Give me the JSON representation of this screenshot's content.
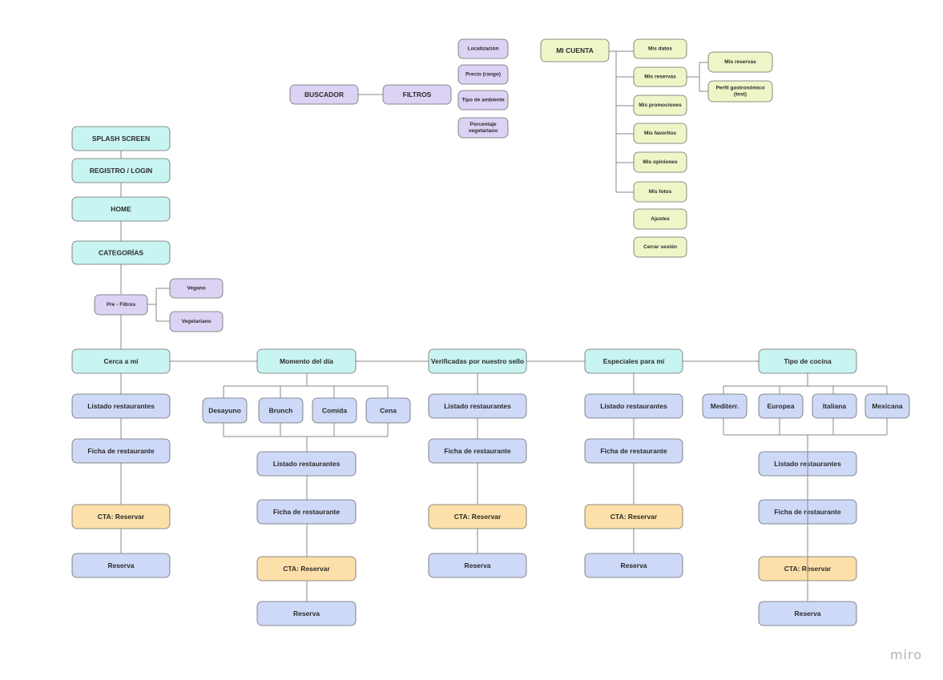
{
  "nodes": {
    "buscador": "BUSCADOR",
    "filtros": "FILTROS",
    "f_localizacion": "Localización",
    "f_precio": "Precio (rango)",
    "f_ambiente": "Tipo de ambiente",
    "f_porcentaje_1": "Porcentaje",
    "f_porcentaje_2": "vegetariano",
    "mi_cuenta": "MI CUENTA",
    "mc_datos": "Mis datos",
    "mc_reservas": "Mis reservas",
    "mc_promociones": "Mis promociones",
    "mc_favoritos": "Mis favoritos",
    "mc_opiniones": "Mis opiniones",
    "mc_fotos": "Mis fotos",
    "mc_ajustes": "Ajustes",
    "mc_cerrar": "Cerrar sesión",
    "sub_reservas": "Mis reservas",
    "sub_perfil_1": "Perfil gastronómico",
    "sub_perfil_2": "(test)",
    "splash": "SPLASH SCREEN",
    "registro": "REGISTRO / LOGIN",
    "home": "HOME",
    "categorias": "CATEGORÍAS",
    "prefiltros": "Pre - Filtros",
    "vegano": "Vegano",
    "vegetariano": "Vegetariano",
    "cat_cerca": "Cerca a mí",
    "cat_momento": "Momento del día",
    "cat_verificadas": "Verificadas por nuestro sello",
    "cat_especiales": "Especiales para mí",
    "cat_cocina": "Tipo de cocina",
    "m_desayuno": "Desayuno",
    "m_brunch": "Brunch",
    "m_comida": "Comida",
    "m_cena": "Cena",
    "k_mediterr": "Mediterr.",
    "k_europea": "Europea",
    "k_italiana": "Italiana",
    "k_mexicana": "Mexicana",
    "listado": "Listado restaurantes",
    "ficha": "Ficha de restaurante",
    "cta": "CTA: Reservar",
    "reserva": "Reserva"
  },
  "logo": "miro"
}
